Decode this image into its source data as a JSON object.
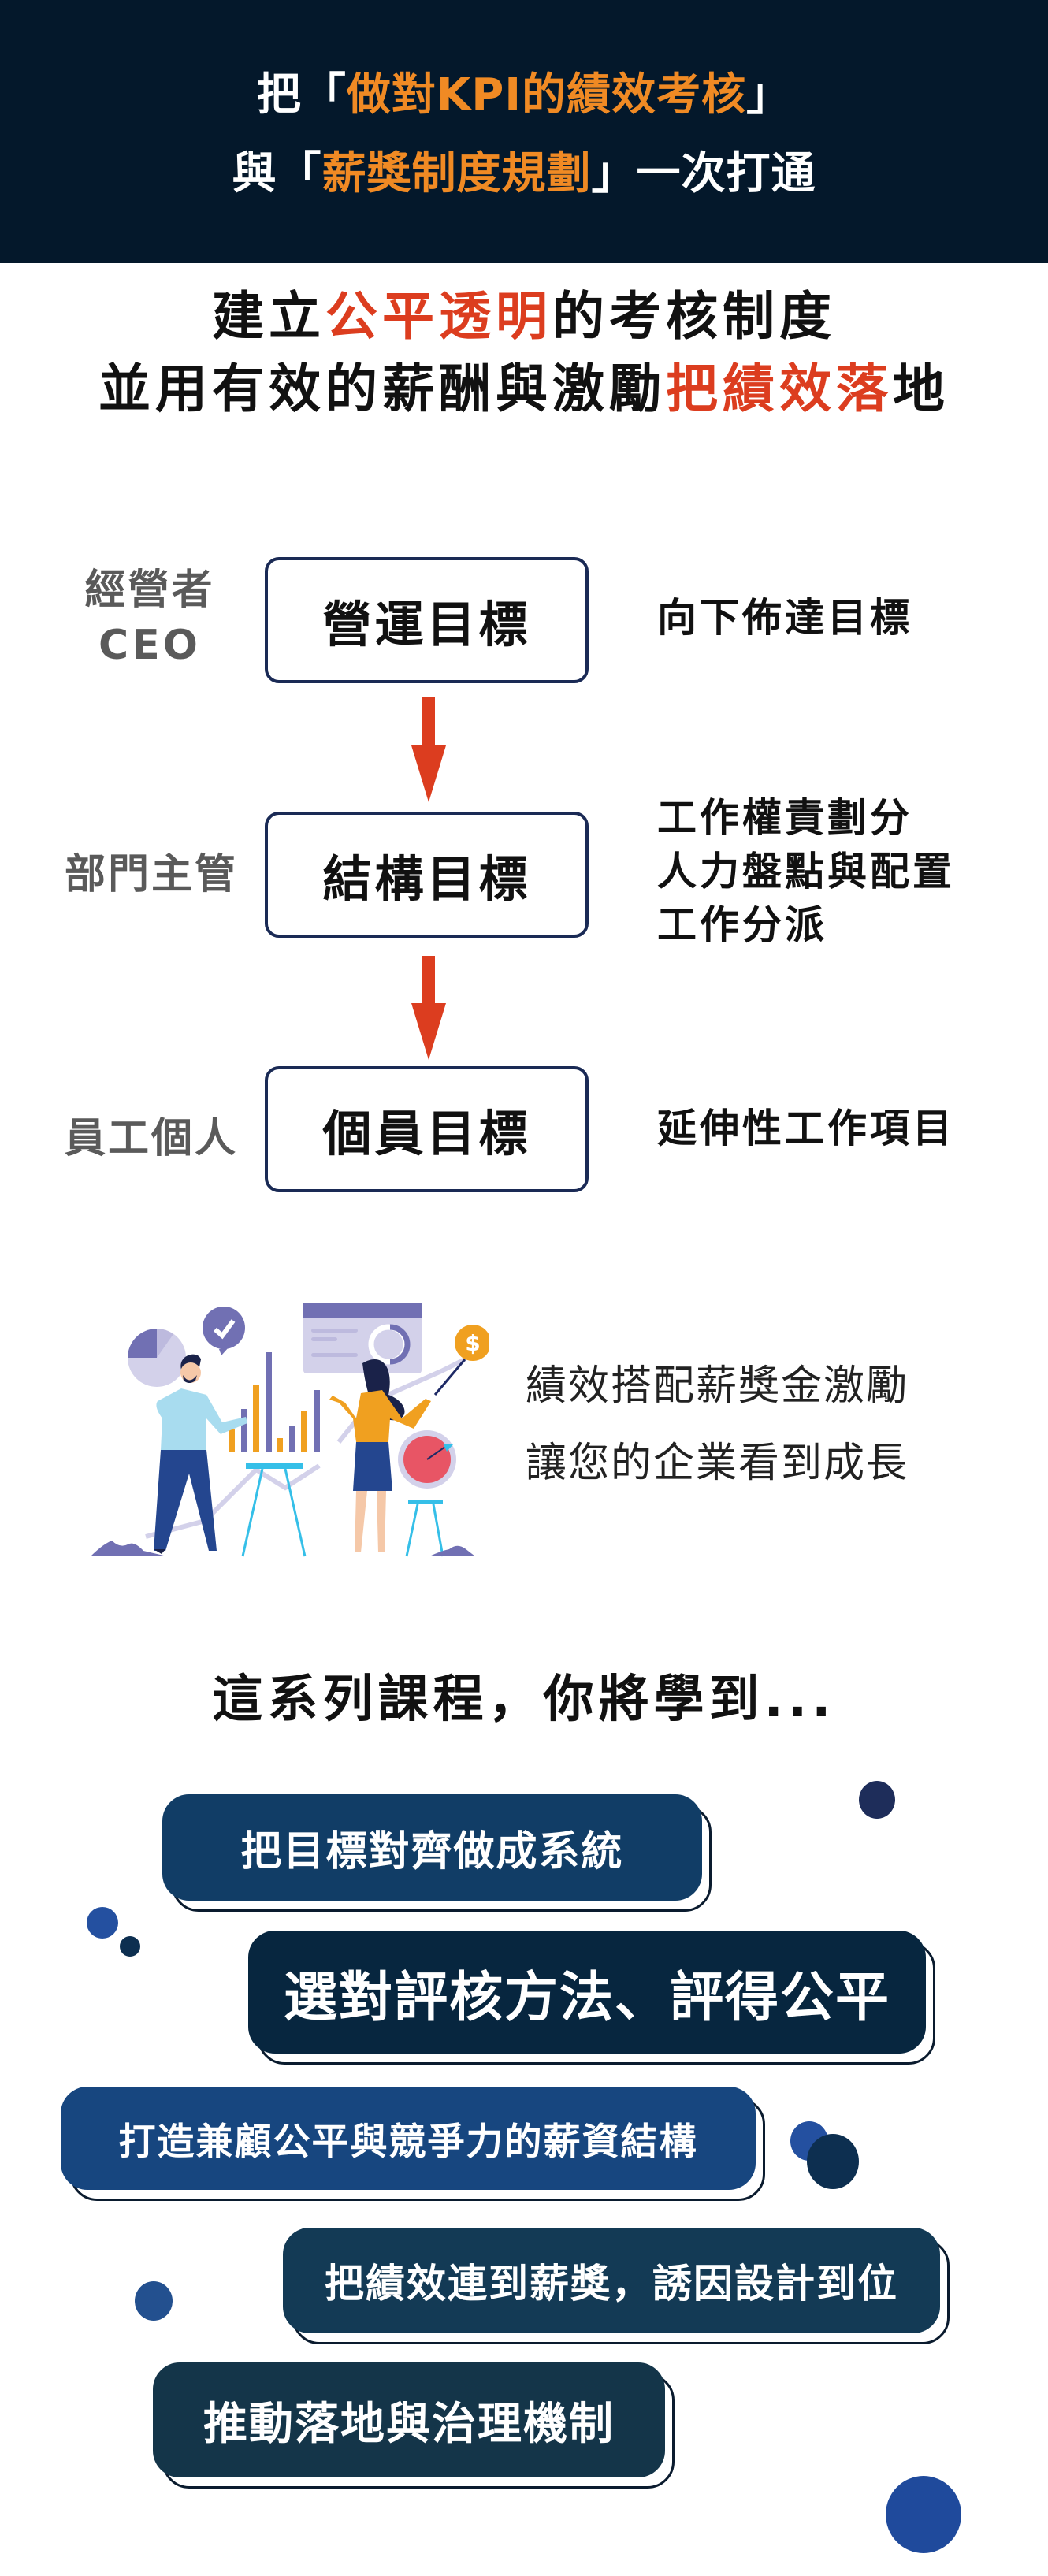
{
  "header": {
    "line1": {
      "pre": "把「",
      "highlight": "做對KPI的績效考核",
      "post": "」"
    },
    "line2": {
      "pre": "與「",
      "highlight": "薪獎制度規劃",
      "post": "」一次打通"
    }
  },
  "headline": {
    "line1": {
      "pre": "建立",
      "highlight": "公平透明",
      "post": "的考核制度"
    },
    "line2": {
      "pre": "並用有效的薪酬與激勵",
      "highlight": "把績效落",
      "post": "地"
    }
  },
  "flow": [
    {
      "role": "經營者",
      "role_sub": "CEO",
      "goal": "營運目標",
      "actions": [
        "向下佈達目標"
      ]
    },
    {
      "role": "部門主管",
      "goal": "結構目標",
      "actions": [
        "工作權責劃分",
        "人力盤點與配置",
        "工作分派"
      ]
    },
    {
      "role": "員工個人",
      "goal": "個員目標",
      "actions": [
        "延伸性工作項目"
      ]
    }
  ],
  "illustration": {
    "icon": "business-team-chart-illustration",
    "dollar_sign": "$"
  },
  "side_text": [
    "績效搭配薪獎金激勵",
    "讓您的企業看到成長"
  ],
  "learn_title": "這系列課程，你將學到...",
  "learn_items": [
    "把目標對齊做成系統",
    "選對評核方法、評得公平",
    "打造兼顧公平與競爭力的薪資結構",
    "把績效連到薪獎，誘因設計到位",
    "推動落地與治理機制"
  ],
  "colors": {
    "header_bg": "#04182b",
    "orange": "#f08a24",
    "red": "#dc3d1f",
    "box_border": "#1a2a55"
  }
}
